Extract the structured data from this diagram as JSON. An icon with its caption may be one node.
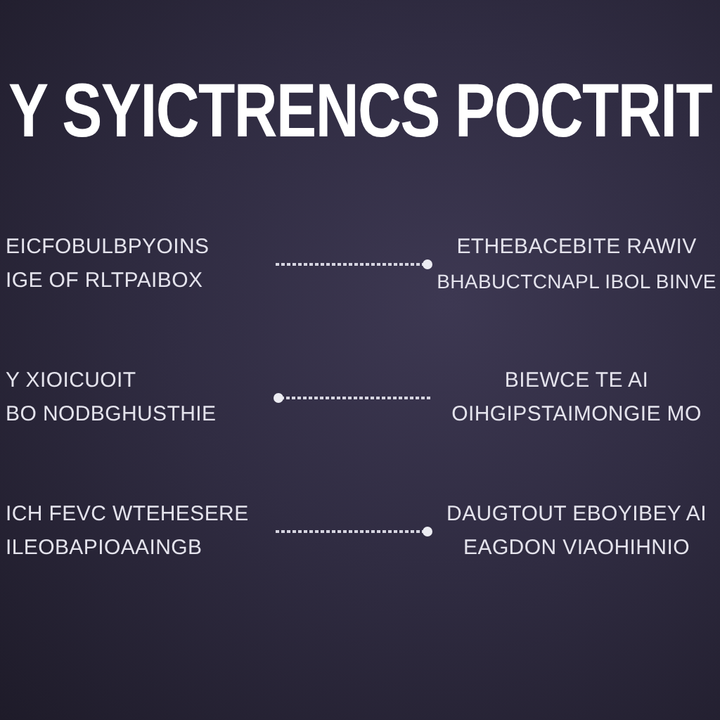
{
  "diagram": {
    "title": "Y SYICTRENCS POCTRIT",
    "nodes": [
      {
        "text": [
          "EICFOBULBPYOINS",
          "IGE OF RLTPAIBOX"
        ]
      },
      {
        "text": [
          "ETHEBACEBITE RAWIV",
          "BHABUCTCNAPL IBOL BINVE"
        ]
      },
      {
        "text": [
          "Y XIOICUOIT",
          "BO NODBGHUSTHIE"
        ]
      },
      {
        "text": [
          "BIEWCE TE AI",
          "OIHGIPSTAIMONGIE MO"
        ]
      },
      {
        "text": [
          "ICH FEVC WTEHESERE",
          "ILEOBAPIOAAINGB"
        ]
      },
      {
        "text": [
          "DAUGTOUT EBOYIBEY AI",
          "EAGDON VIAOHIHNIO"
        ]
      }
    ],
    "edges": [
      {
        "from": 0,
        "to": 1,
        "arrow": "other",
        "style": "dashed"
      },
      {
        "from": 3,
        "to": 2,
        "arrow": "other",
        "style": "dashed"
      },
      {
        "from": 4,
        "to": 5,
        "arrow": "other",
        "style": "dashed"
      }
    ]
  }
}
